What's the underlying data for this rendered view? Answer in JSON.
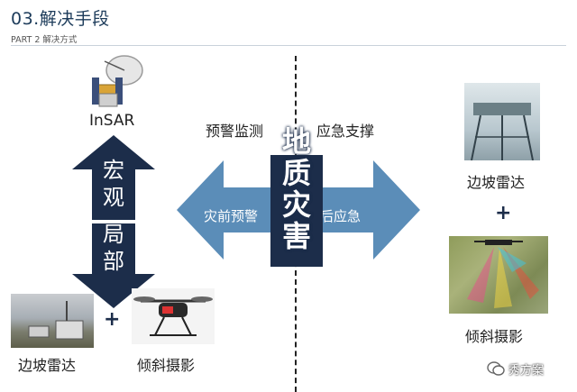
{
  "header": {
    "title": "03.解决手段",
    "subtitle": "PART 2 解决方式"
  },
  "center": {
    "left_headline": "预警监测",
    "right_headline": "应急支撑",
    "left_arrow_text": "灾前预警",
    "right_arrow_text": "灾后应急",
    "center_chars": [
      "地",
      "质",
      "灾",
      "害"
    ]
  },
  "scale": {
    "top": "宏观",
    "bottom": "局部"
  },
  "items": {
    "insar": "InSAR",
    "radar_left": "边坡雷达",
    "oblique_left": "倾斜摄影",
    "radar_right": "边坡雷达",
    "oblique_right": "倾斜摄影",
    "plus": "+"
  },
  "watermark": {
    "text": "秀方案"
  },
  "colors": {
    "arrow_light": "#5b8db8",
    "arrow_dark": "#1c2d4a",
    "title": "#1c3b5a"
  }
}
